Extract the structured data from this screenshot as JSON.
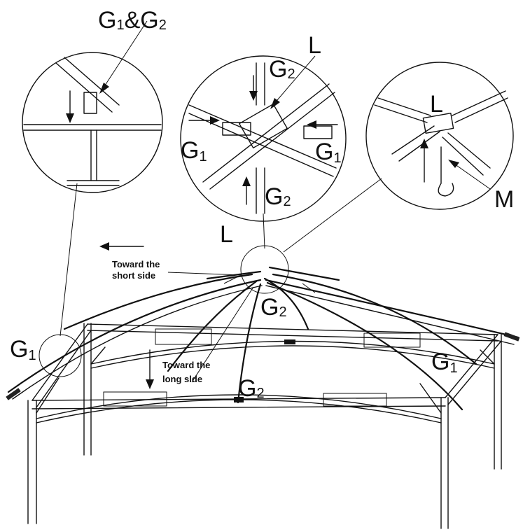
{
  "labels": {
    "g1g2": {
      "main": "G",
      "s1": "1",
      "amp": "&",
      "g": "G",
      "s2": "2"
    },
    "l_top": "L",
    "g2_top": {
      "main": "G",
      "sub": "2"
    },
    "g1_left": {
      "main": "G",
      "sub": "1"
    },
    "g1_right": {
      "main": "G",
      "sub": "1"
    },
    "g2_bottom": {
      "main": "G",
      "sub": "2"
    },
    "l_right": "L",
    "m_right": "M",
    "l_main": "L",
    "g2_main": {
      "main": "G",
      "sub": "2"
    },
    "g1_main_left": {
      "main": "G",
      "sub": "1"
    },
    "g1_main_right": {
      "main": "G",
      "sub": "1"
    },
    "g2_main_bottom": {
      "main": "G",
      "sub": "2"
    }
  },
  "notes": {
    "short_side": [
      "Toward the",
      "short side"
    ],
    "long_side": [
      "Toward the",
      "long slde"
    ]
  }
}
